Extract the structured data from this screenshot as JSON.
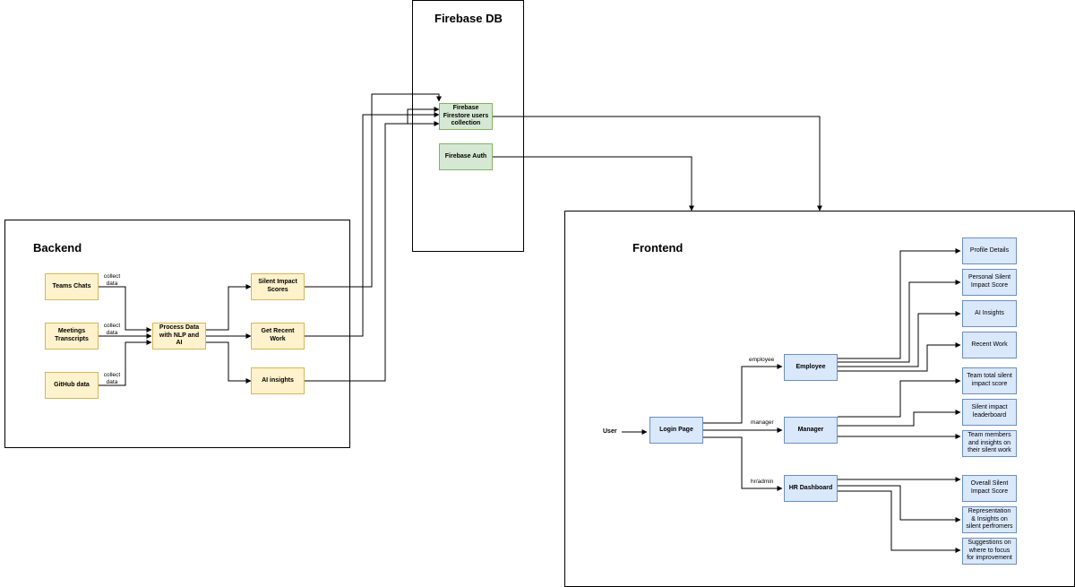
{
  "containers": {
    "firebase": "Firebase DB",
    "backend": "Backend",
    "frontend": "Frontend"
  },
  "backend": {
    "teams_chats": "Teams Chats",
    "meetings": "Meetings Transcripts",
    "github": "GitHub data",
    "process": "Process Data with NLP and AI",
    "silent_scores": "Silent Impact Scores",
    "recent_work": "Get Recent Work",
    "ai_insights": "AI insights",
    "collect_label": "collect data"
  },
  "firebase": {
    "firestore": "Firebase Firestore users collection",
    "auth": "Firebase Auth"
  },
  "frontend": {
    "user": "User",
    "login": "Login Page",
    "employee": "Employee",
    "manager": "Manager",
    "hr": "HR Dashboard",
    "edge_employee": "employee",
    "edge_manager": "manager",
    "edge_hr": "hr/admin",
    "profile": "Profile Details",
    "personal_score": "Personal Silent Impact Score",
    "fe_ai_insights": "AI Insights",
    "fe_recent_work": "Recent Work",
    "team_score": "Team total silent impact score",
    "leaderboard": "Silent impact leaderboard",
    "team_members": "Team members and insights on their silent work",
    "overall_score": "Overall Silent Impact Score",
    "representation": "Representation & Insights on silent perfromers",
    "suggestions": "Suggestions on where to focus for improvement"
  },
  "colors": {
    "yellow_fill": "#fff2cc",
    "yellow_border": "#d6b656",
    "green_fill": "#d5e8d4",
    "green_border": "#82b366",
    "blue_fill": "#dae8fc",
    "blue_border": "#6c8ebf"
  }
}
